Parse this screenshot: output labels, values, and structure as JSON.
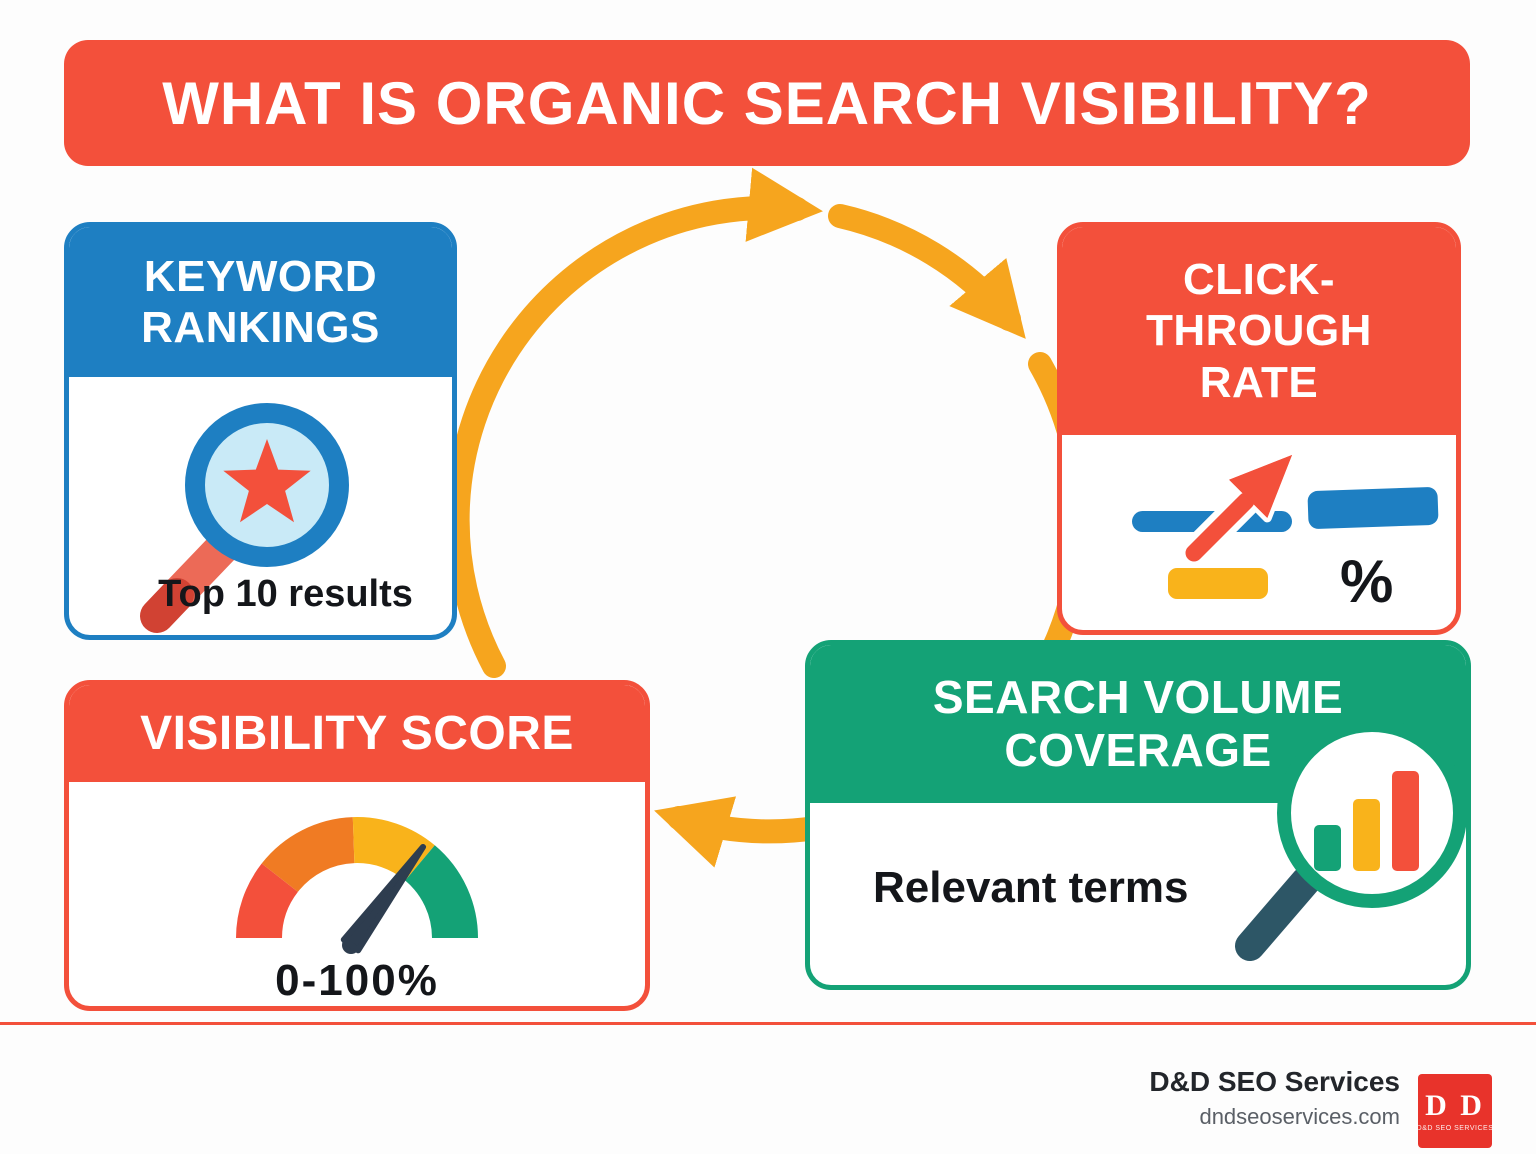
{
  "title": "WHAT IS ORGANIC SEARCH VISIBILITY?",
  "cards": {
    "keyword_rankings": {
      "title": "KEYWORD RANKINGS",
      "caption": "Top 10 results",
      "icon": "magnifier-star-icon"
    },
    "click_through_rate": {
      "title": "CLICK-THROUGH RATE",
      "caption": "%",
      "icon": "cursor-click-icon"
    },
    "visibility_score": {
      "title": "VISIBILITY SCORE",
      "caption": "0-100%",
      "icon": "gauge-icon"
    },
    "search_volume_coverage": {
      "title": "SEARCH VOLUME COVERAGE",
      "caption": "Relevant terms",
      "icon": "magnifier-bar-chart-icon"
    }
  },
  "cycle": {
    "icon": "circular-arrows-icon",
    "direction": "clockwise"
  },
  "footer": {
    "brand": "D&D SEO Services",
    "website": "dndseoservices.com",
    "logo": {
      "text": "D D",
      "caption": "D&D SEO SERVICES"
    }
  },
  "colors": {
    "red": "#F3503B",
    "blue": "#1E7FC2",
    "green": "#14A276",
    "orange": "#F6A51E",
    "yellow": "#F9B31B",
    "navy": "#2E3D4F",
    "teal": "#2D5666",
    "light_blue": "#C9EAF7",
    "coral": "#EC6A57",
    "dark_red": "#D14233",
    "logo_red": "#E8332B"
  }
}
